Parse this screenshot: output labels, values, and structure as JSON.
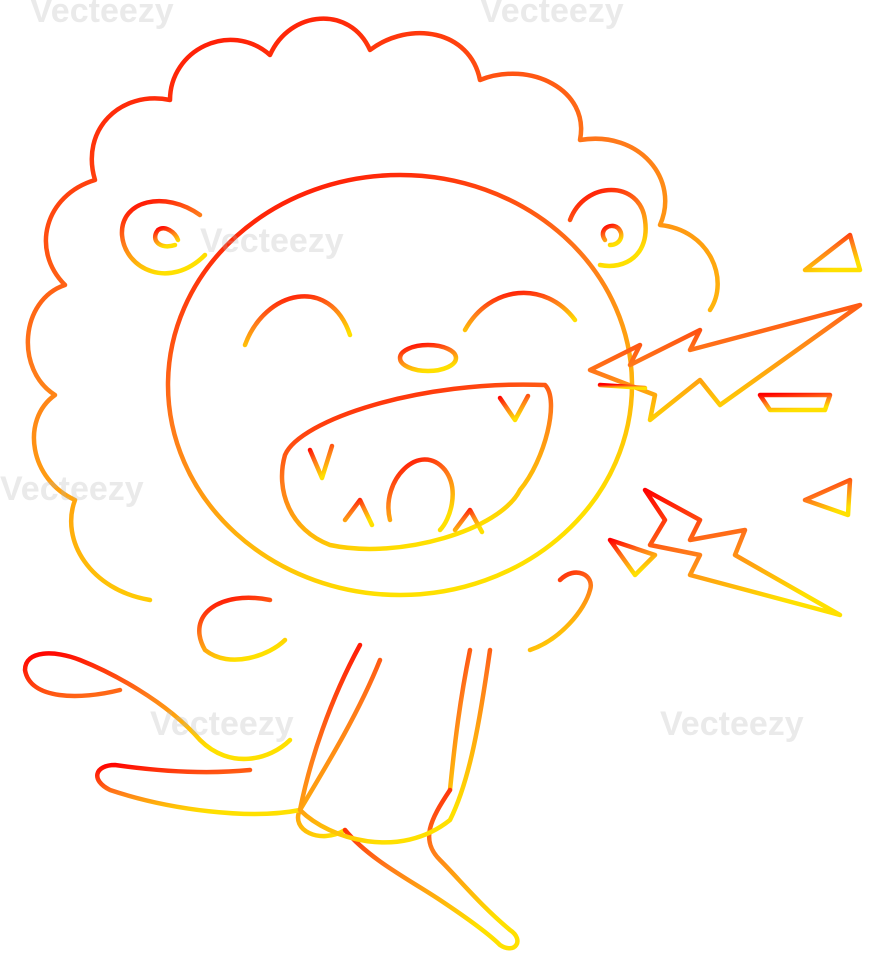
{
  "image": {
    "subject": "cartoon lion",
    "stroke_gradient": {
      "top_color": "#ff0000",
      "mid_color": "#ff7a1a",
      "bottom_color": "#ffe000"
    }
  },
  "watermarks": [
    {
      "text": "Vecteezy"
    },
    {
      "text": "Vecteezy"
    },
    {
      "text": "Vecteezy"
    },
    {
      "text": "Vecteezy"
    },
    {
      "text": "Vecteezy"
    },
    {
      "text": "Vecteezy"
    }
  ]
}
